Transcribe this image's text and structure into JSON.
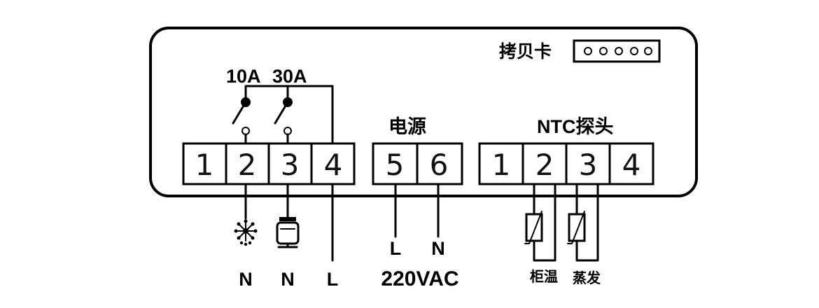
{
  "copy_card": {
    "label": "拷贝卡"
  },
  "relays": {
    "relay1_rating": "10A",
    "relay2_rating": "30A"
  },
  "terminal_block_1": {
    "terminals": [
      "1",
      "2",
      "3",
      "4"
    ]
  },
  "terminal_block_2": {
    "title": "电源",
    "terminals": [
      "5",
      "6"
    ]
  },
  "terminal_block_3": {
    "title": "NTC探头",
    "terminals": [
      "1",
      "2",
      "3",
      "4"
    ]
  },
  "bottom_labels": {
    "t2": "N",
    "t3": "N",
    "t4": "L",
    "t5": "L",
    "t6": "N",
    "supply": "220VAC",
    "sensor1": "柜温",
    "sensor2": "蒸发"
  },
  "icons": {
    "t2_load": "snowflake-defrost-icon",
    "t3_load": "compressor-icon"
  }
}
